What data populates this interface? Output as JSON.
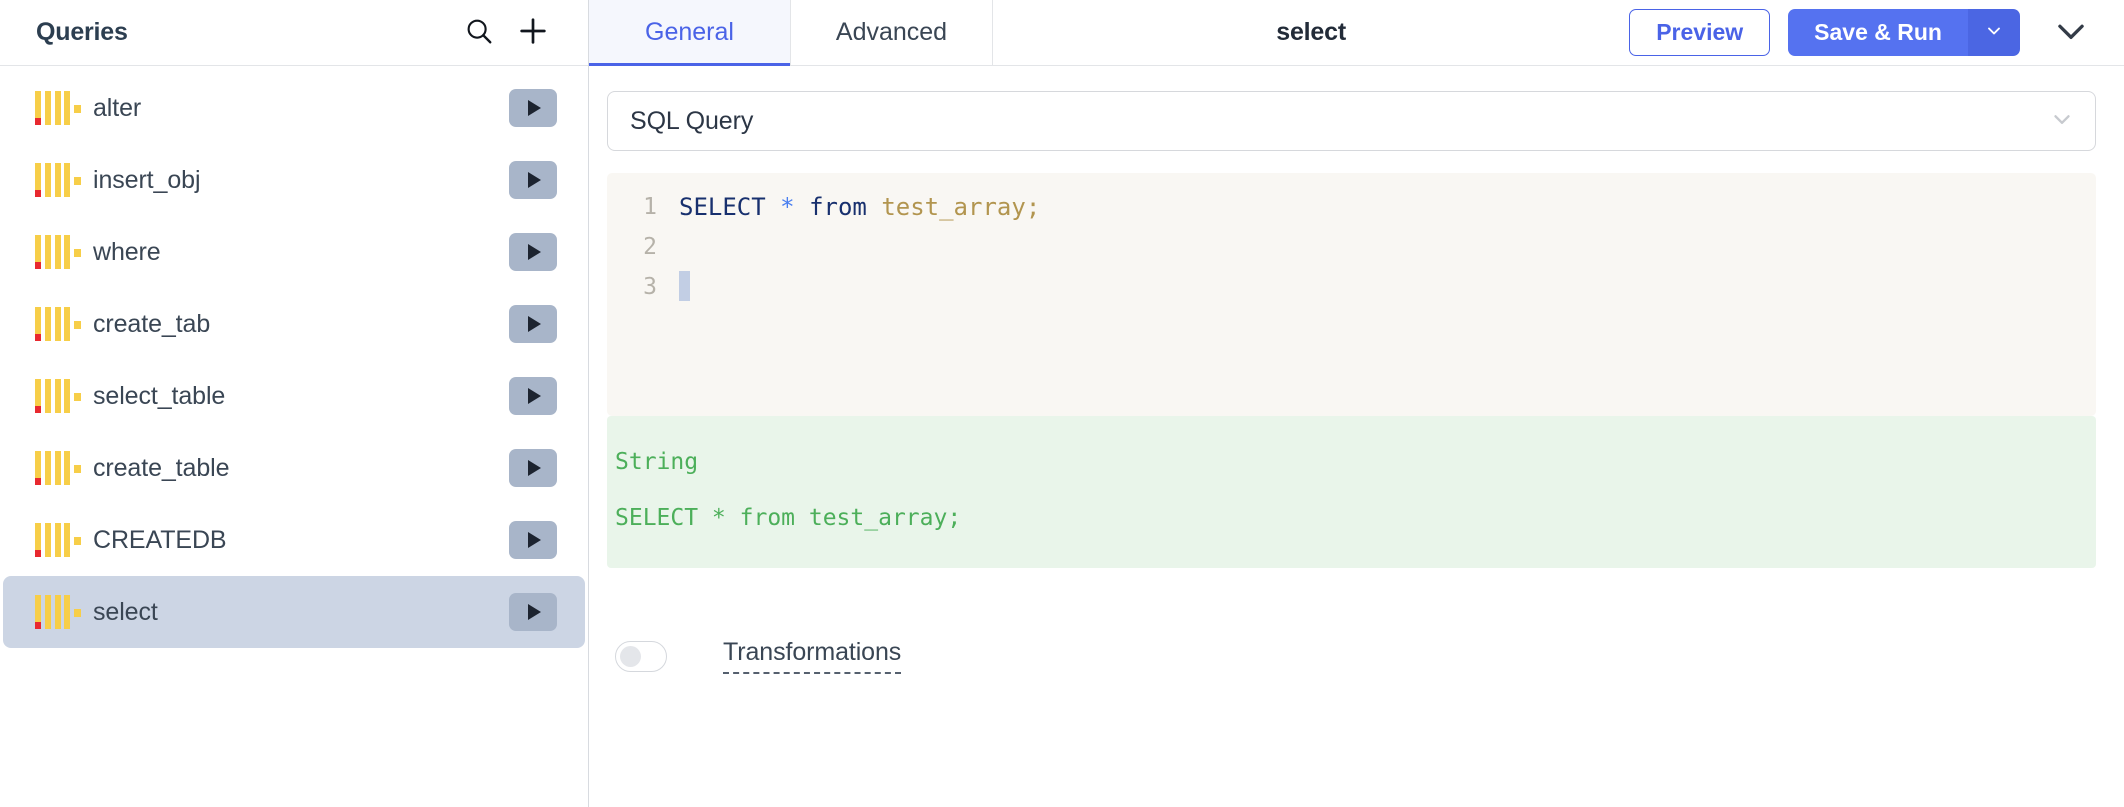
{
  "sidebar": {
    "title": "Queries",
    "search_icon": "search-icon",
    "add_icon": "plus-icon",
    "items": [
      {
        "label": "alter",
        "icon": "query-barcode-icon",
        "run": "run-icon",
        "selected": false
      },
      {
        "label": "insert_obj",
        "icon": "query-barcode-icon",
        "run": "run-icon",
        "selected": false
      },
      {
        "label": "where",
        "icon": "query-barcode-icon",
        "run": "run-icon",
        "selected": false
      },
      {
        "label": "create_tab",
        "icon": "query-barcode-icon",
        "run": "run-icon",
        "selected": false
      },
      {
        "label": "select_table",
        "icon": "query-barcode-icon",
        "run": "run-icon",
        "selected": false
      },
      {
        "label": "create_table",
        "icon": "query-barcode-icon",
        "run": "run-icon",
        "selected": false
      },
      {
        "label": "CREATEDB",
        "icon": "query-barcode-icon",
        "run": "run-icon",
        "selected": false
      },
      {
        "label": "select",
        "icon": "query-barcode-icon",
        "run": "run-icon",
        "selected": true
      }
    ]
  },
  "topbar": {
    "tabs": [
      {
        "label": "General",
        "active": true
      },
      {
        "label": "Advanced",
        "active": false
      }
    ],
    "title": "select",
    "preview_label": "Preview",
    "saverun_label": "Save & Run",
    "saverun_caret_icon": "chevron-down-icon",
    "collapse_icon": "chevron-down-icon"
  },
  "query_type": {
    "value": "SQL Query",
    "caret_icon": "chevron-down-icon"
  },
  "editor": {
    "lines": [
      {
        "no": "1",
        "tokens": [
          {
            "t": "SELECT",
            "c": "kw"
          },
          {
            "t": " ",
            "c": "plain"
          },
          {
            "t": "*",
            "c": "op"
          },
          {
            "t": " ",
            "c": "plain"
          },
          {
            "t": "from",
            "c": "kw"
          },
          {
            "t": " ",
            "c": "plain"
          },
          {
            "t": "test_array",
            "c": "id"
          },
          {
            "t": ";",
            "c": "punct"
          }
        ]
      },
      {
        "no": "2",
        "tokens": []
      },
      {
        "no": "3",
        "tokens": [],
        "caret": true
      }
    ]
  },
  "output": {
    "type_label": "String",
    "value": "SELECT * from test_array;"
  },
  "transformations": {
    "label": "Transformations",
    "enabled": false
  },
  "colors": {
    "accent": "#5572f0",
    "tab_active": "#4a63e7",
    "selected_row": "#ccd5e4",
    "editor_bg": "#f9f7f3",
    "output_bg": "#e9f5ea",
    "output_text": "#4caf5a",
    "icon_yellow": "#f7ce48",
    "icon_red": "#e8292f",
    "run_btn": "#a8b5c9"
  }
}
